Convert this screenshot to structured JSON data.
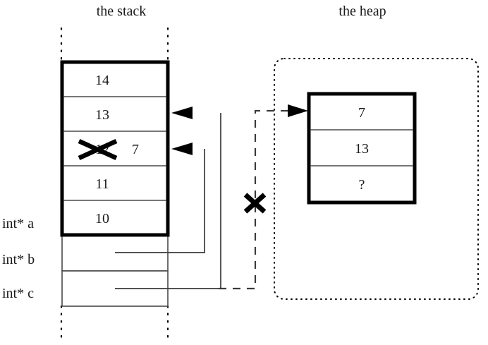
{
  "diagram": {
    "stack": {
      "title": "the stack",
      "cells": [
        {
          "value": "14",
          "name": "stack-cell-14"
        },
        {
          "value": "13",
          "name": "stack-cell-13"
        },
        {
          "value": "12",
          "replacement": "7",
          "struck": true,
          "name": "stack-cell-12-struck"
        },
        {
          "value": "11",
          "name": "stack-cell-11"
        },
        {
          "value": "10",
          "name": "stack-cell-10"
        }
      ],
      "pointer_rows": [
        {
          "label": "int* a",
          "name": "pointer-row-a"
        },
        {
          "label": "int* b",
          "name": "pointer-row-b"
        },
        {
          "label": "int* c",
          "name": "pointer-row-c"
        }
      ]
    },
    "heap": {
      "title": "the heap",
      "cells": [
        {
          "value": "7",
          "name": "heap-cell-7"
        },
        {
          "value": "13",
          "name": "heap-cell-13"
        },
        {
          "value": "?",
          "name": "heap-cell-unknown"
        }
      ]
    },
    "annotations": [
      {
        "name": "strikethrough-x-stack-value",
        "type": "x-mark"
      },
      {
        "name": "strikethrough-x-heap-pointer",
        "type": "x-mark"
      }
    ],
    "colors": {
      "ink": "#000000",
      "text": "#1a1a1a",
      "thin_rule": "#4a4a4a",
      "connector": "#3a3a3a",
      "background": "#ffffff"
    }
  }
}
